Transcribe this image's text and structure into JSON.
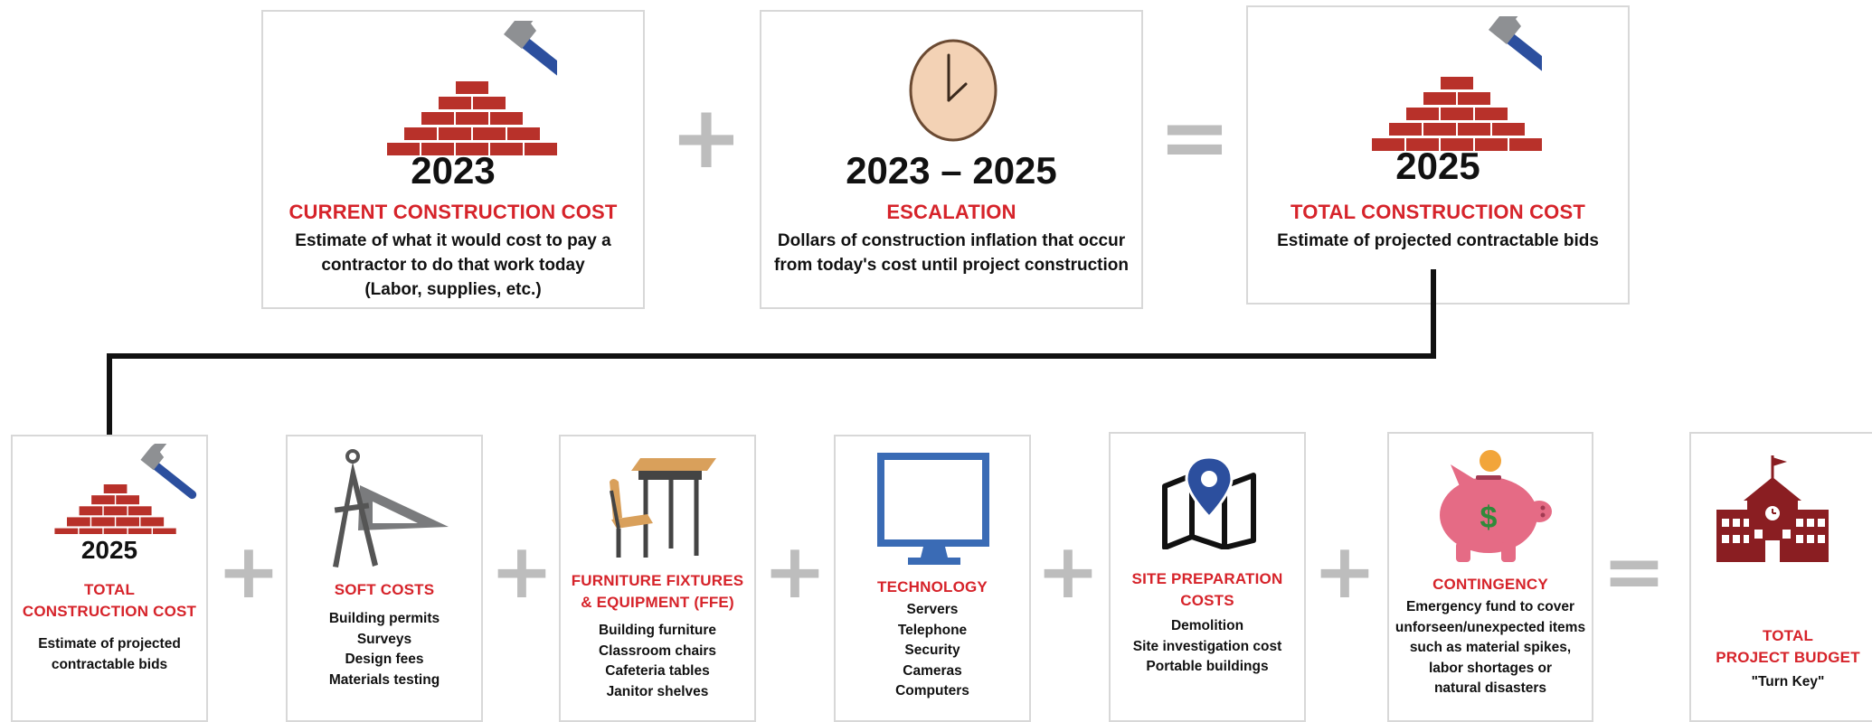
{
  "top": {
    "current": {
      "year": "2023",
      "title": "CURRENT CONSTRUCTION COST",
      "desc": [
        "Estimate of what it would cost to pay a",
        "contractor to do that work today",
        "(Labor, supplies, etc.)"
      ],
      "icon": "bricks-hammer-icon"
    },
    "escalation": {
      "year": "2023 – 2025",
      "title": "ESCALATION",
      "desc": [
        "Dollars of construction inflation that occur",
        "from today's cost until project construction"
      ],
      "icon": "clock-icon"
    },
    "total": {
      "year": "2025",
      "title": "TOTAL CONSTRUCTION COST",
      "desc": [
        "Estimate of projected contractable bids"
      ],
      "icon": "bricks-hammer-icon"
    },
    "plus": "+",
    "equals": "="
  },
  "bottom": {
    "total": {
      "year": "2025",
      "title": [
        "TOTAL",
        "CONSTRUCTION COST"
      ],
      "desc": [
        "Estimate of projected",
        "contractable bids"
      ],
      "icon": "bricks-hammer-icon"
    },
    "soft": {
      "title": [
        "SOFT COSTS"
      ],
      "desc": [
        "Building permits",
        "Surveys",
        "Design fees",
        "Materials testing"
      ],
      "icon": "compass-triangle-icon"
    },
    "ffe": {
      "title": [
        "FURNITURE FIXTURES",
        "& EQUIPMENT (FFE)"
      ],
      "desc": [
        "Building furniture",
        "Classroom chairs",
        "Cafeteria tables",
        "Janitor shelves"
      ],
      "icon": "school-desk-icon"
    },
    "tech": {
      "title": [
        "TECHNOLOGY"
      ],
      "desc": [
        "Servers",
        "Telephone",
        "Security",
        "Cameras",
        "Computers"
      ],
      "icon": "monitor-icon"
    },
    "site": {
      "title": [
        "SITE PREPARATION",
        "COSTS"
      ],
      "desc": [
        "Demolition",
        "Site investigation cost",
        "Portable buildings"
      ],
      "icon": "map-pin-icon"
    },
    "contingency": {
      "title": [
        "CONTINGENCY"
      ],
      "desc": [
        "Emergency fund to cover",
        "unforseen/unexpected items",
        "such as material spikes,",
        "labor shortages or",
        "natural disasters"
      ],
      "icon": "piggy-bank-icon"
    },
    "budget": {
      "title": [
        "TOTAL",
        "PROJECT BUDGET"
      ],
      "desc": [
        "\"Turn Key\""
      ],
      "icon": "school-building-icon"
    },
    "plus": "+",
    "equals": "="
  },
  "colors": {
    "brick": "#b8312a",
    "accent_red": "#d6232a",
    "hammer_blue": "#2c4f9e",
    "hammer_gray": "#8e9093",
    "operator_gray": "#bdbdbd",
    "card_border": "#d8d8d8",
    "clock_face": "#f3d2b5",
    "clock_rim": "#b07c56",
    "monitor_blue": "#3a6bb5",
    "pin_blue": "#2c4f9e",
    "piggy_pink": "#e56b85",
    "coin_gold": "#f2a53a",
    "dollar_green": "#2f8a3a",
    "school_maroon": "#8a1e22",
    "desk_wood": "#d9a05b"
  }
}
